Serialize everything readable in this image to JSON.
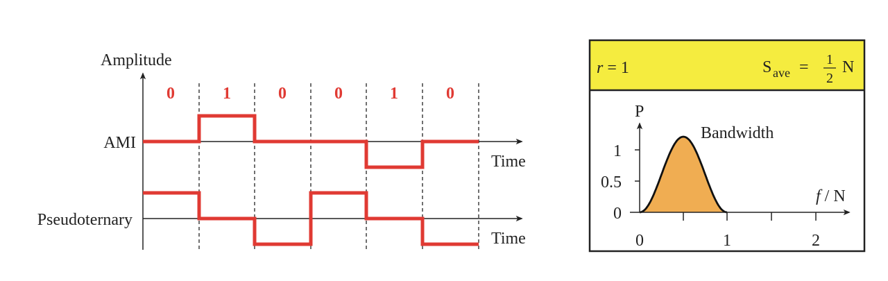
{
  "left_diagram": {
    "y_axis_label": "Amplitude",
    "bits": [
      "0",
      "1",
      "0",
      "0",
      "1",
      "0"
    ],
    "signals": [
      {
        "name": "AMI",
        "levels": [
          0,
          1,
          0,
          0,
          -1,
          0
        ],
        "axis_label": "Time"
      },
      {
        "name": "Pseudoternary",
        "levels": [
          1,
          0,
          -1,
          1,
          0,
          -1
        ],
        "axis_label": "Time"
      }
    ]
  },
  "right_panel": {
    "header_left": "r = 1",
    "header_right": {
      "s": "S",
      "subscript": "ave",
      "equals": "=",
      "numerator": "1",
      "denominator": "2",
      "unit": "N"
    },
    "header_color": "#f5ec3f",
    "fill_color": "#f0ad52",
    "y_axis_label": "P",
    "x_axis_label": "f / N",
    "curve_label": "Bandwidth",
    "y_ticks": [
      "1",
      "0.5",
      "0"
    ],
    "x_ticks": [
      "0",
      "1",
      "2"
    ]
  },
  "colors": {
    "signal": "#e03a33",
    "axis": "#222222"
  }
}
